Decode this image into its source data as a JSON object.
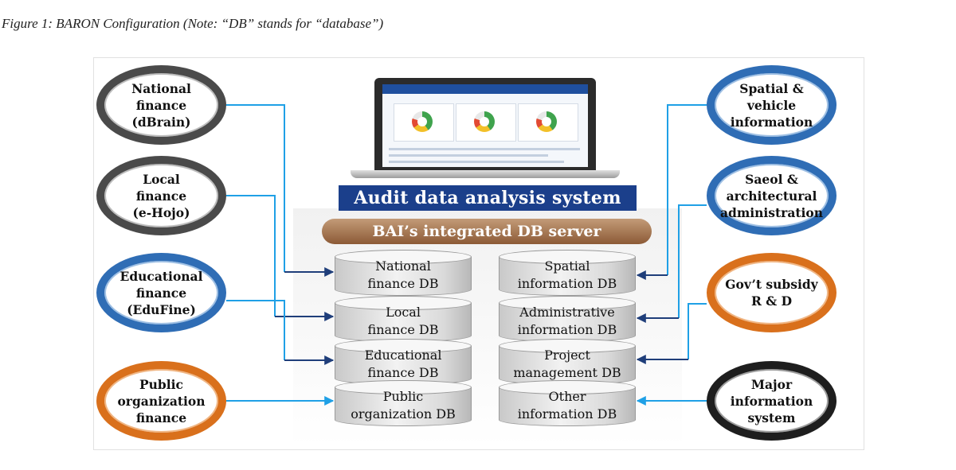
{
  "caption": "Figure 1: BARON Configuration (Note: “DB” stands for “database”)",
  "center": {
    "title": "Audit data analysis system",
    "server": "BAI’s integrated DB server"
  },
  "left_sources": [
    {
      "label": "National\nfinance\n(dBrain)",
      "style": "gray"
    },
    {
      "label": "Local\nfinance\n(e-Hojo)",
      "style": "gray"
    },
    {
      "label": "Educational\nfinance\n(EduFine)",
      "style": "blue"
    },
    {
      "label": "Public\norganization\nfinance",
      "style": "orange"
    }
  ],
  "right_sources": [
    {
      "label": "Spatial &\nvehicle\ninformation",
      "style": "blue"
    },
    {
      "label": "Saeol &\narchitectural\nadministration",
      "style": "blue"
    },
    {
      "label": "Gov’t subsidy\nR & D",
      "style": "orange"
    },
    {
      "label": "Major\ninformation\nsystem",
      "style": "black"
    }
  ],
  "left_dbs": [
    "National\nfinance DB",
    "Local\nfinance DB",
    "Educational\nfinance DB",
    "Public\norganization DB"
  ],
  "right_dbs": [
    "Spatial\ninformation DB",
    "Administrative\ninformation DB",
    "Project\nmanagement DB",
    "Other\ninformation DB"
  ],
  "colors": {
    "connector_light": "#1fa0e6",
    "connector_dark": "#1f3e7a",
    "title_bg": "#1b3f8b",
    "server_bg": "#a0714c"
  }
}
